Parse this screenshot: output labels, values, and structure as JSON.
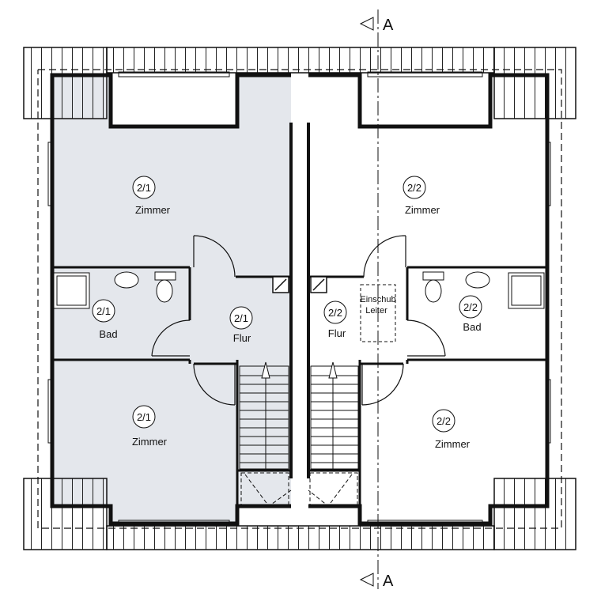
{
  "section_marker": "A",
  "units": [
    {
      "id": "2/1",
      "rooms": [
        {
          "id": "2/1",
          "name": "Zimmer"
        },
        {
          "id": "2/1",
          "name": "Bad"
        },
        {
          "id": "2/1",
          "name": "Flur"
        },
        {
          "id": "2/1",
          "name": "Zimmer"
        }
      ]
    },
    {
      "id": "2/2",
      "rooms": [
        {
          "id": "2/2",
          "name": "Zimmer"
        },
        {
          "id": "2/2",
          "name": "Flur"
        },
        {
          "id": "2/2",
          "name": "Bad"
        },
        {
          "id": "2/2",
          "name": "Zimmer"
        }
      ]
    }
  ],
  "hatch": {
    "line1": "Einschub",
    "line2": "Leiter"
  },
  "colors": {
    "unit_left_fill": "#e4e7ec",
    "line": "#111111"
  }
}
